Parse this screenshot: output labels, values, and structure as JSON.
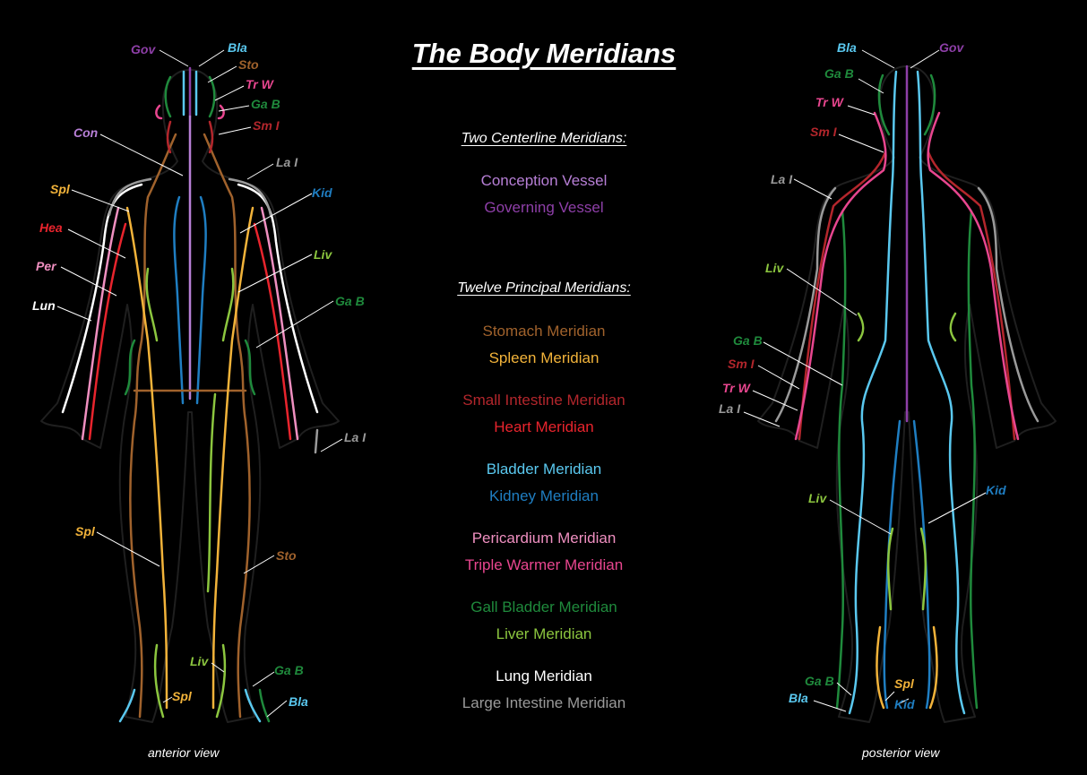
{
  "title": "The Body Meridians",
  "colors": {
    "background": "#000000",
    "gov": "#8e3fa8",
    "con": "#b77fd6",
    "sto": "#a0622c",
    "spl": "#f2b33a",
    "smi": "#b3262c",
    "hea": "#e8242d",
    "bla": "#5ac8ef",
    "kid": "#1f7ec2",
    "per": "#ef8fc0",
    "trw": "#e8468f",
    "gab": "#1f8a3c",
    "liv": "#8cc63f",
    "lun": "#ffffff",
    "lai": "#9a9a9a"
  },
  "legend": {
    "centerline_heading": "Two Centerline Meridians:",
    "centerline": [
      {
        "label": "Conception Vessel",
        "color": "#b77fd6"
      },
      {
        "label": "Governing Vessel",
        "color": "#8e3fa8"
      }
    ],
    "principal_heading": "Twelve Principal Meridians:",
    "principal_groups": [
      [
        {
          "label": "Stomach Meridian",
          "color": "#a0622c"
        },
        {
          "label": "Spleen Meridian",
          "color": "#f2b33a"
        }
      ],
      [
        {
          "label": "Small Intestine Meridian",
          "color": "#b3262c"
        },
        {
          "label": "Heart Meridian",
          "color": "#e8242d"
        }
      ],
      [
        {
          "label": "Bladder Meridian",
          "color": "#5ac8ef"
        },
        {
          "label": "Kidney Meridian",
          "color": "#1f7ec2"
        }
      ],
      [
        {
          "label": "Pericardium Meridian",
          "color": "#ef8fc0"
        },
        {
          "label": "Triple Warmer Meridian",
          "color": "#e8468f"
        }
      ],
      [
        {
          "label": "Gall Bladder Meridian",
          "color": "#1f8a3c"
        },
        {
          "label": "Liver Meridian",
          "color": "#8cc63f"
        }
      ],
      [
        {
          "label": "Lung Meridian",
          "color": "#ffffff"
        },
        {
          "label": "Large Intestine Meridian",
          "color": "#9a9a9a"
        }
      ]
    ]
  },
  "anterior": {
    "view_label": "anterior view",
    "callouts": [
      {
        "text": "Gov",
        "key": "gov"
      },
      {
        "text": "Bla",
        "key": "bla"
      },
      {
        "text": "Sto",
        "key": "sto"
      },
      {
        "text": "Tr W",
        "key": "trw"
      },
      {
        "text": "Ga B",
        "key": "gab"
      },
      {
        "text": "Sm I",
        "key": "smi"
      },
      {
        "text": "Con",
        "key": "con"
      },
      {
        "text": "La I",
        "key": "lai"
      },
      {
        "text": "Kid",
        "key": "kid"
      },
      {
        "text": "Spl",
        "key": "spl"
      },
      {
        "text": "Hea",
        "key": "hea"
      },
      {
        "text": "Liv",
        "key": "liv"
      },
      {
        "text": "Per",
        "key": "per"
      },
      {
        "text": "Ga B",
        "key": "gab"
      },
      {
        "text": "Lun",
        "key": "lun"
      },
      {
        "text": "La I",
        "key": "lai"
      },
      {
        "text": "Spl",
        "key": "spl"
      },
      {
        "text": "Sto",
        "key": "sto"
      },
      {
        "text": "Liv",
        "key": "liv"
      },
      {
        "text": "Ga B",
        "key": "gab"
      },
      {
        "text": "Spl",
        "key": "spl"
      },
      {
        "text": "Bla",
        "key": "bla"
      }
    ]
  },
  "posterior": {
    "view_label": "posterior view",
    "callouts": [
      {
        "text": "Bla",
        "key": "bla"
      },
      {
        "text": "Gov",
        "key": "gov"
      },
      {
        "text": "Ga B",
        "key": "gab"
      },
      {
        "text": "Tr W",
        "key": "trw"
      },
      {
        "text": "Sm I",
        "key": "smi"
      },
      {
        "text": "La I",
        "key": "lai"
      },
      {
        "text": "Liv",
        "key": "liv"
      },
      {
        "text": "Ga B",
        "key": "gab"
      },
      {
        "text": "Sm I",
        "key": "smi"
      },
      {
        "text": "Tr W",
        "key": "trw"
      },
      {
        "text": "La I",
        "key": "lai"
      },
      {
        "text": "Liv",
        "key": "liv"
      },
      {
        "text": "Kid",
        "key": "kid"
      },
      {
        "text": "Ga B",
        "key": "gab"
      },
      {
        "text": "Spl",
        "key": "spl"
      },
      {
        "text": "Bla",
        "key": "bla"
      },
      {
        "text": "Kid",
        "key": "kid"
      }
    ]
  }
}
